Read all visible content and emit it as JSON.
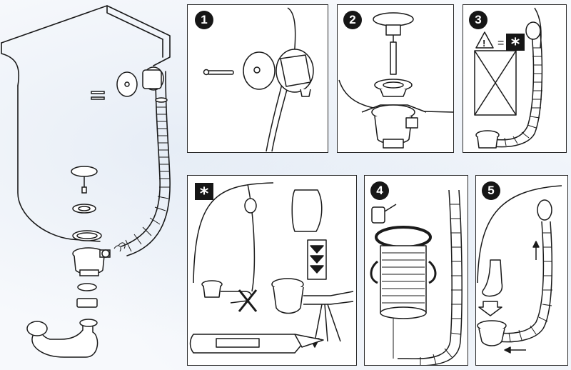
{
  "steps": [
    {
      "label": "1"
    },
    {
      "label": "2"
    },
    {
      "label": "3"
    },
    {
      "label": "4"
    },
    {
      "label": "5"
    }
  ],
  "symbols": {
    "star": "*",
    "equals": "=",
    "warning": "!"
  },
  "colors": {
    "ink": "#161616",
    "paper": "#ffffff",
    "line": "#2a2a2a"
  }
}
